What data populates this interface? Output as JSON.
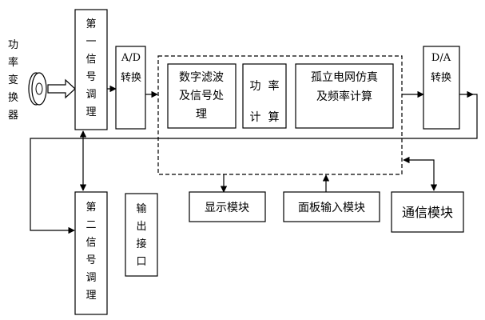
{
  "diagram": {
    "sensor_label": [
      "功",
      "率",
      "变",
      "换",
      "器"
    ],
    "first_cond": [
      "第",
      "一",
      "信",
      "号",
      "调",
      "理"
    ],
    "ad": [
      "A/D",
      "转换"
    ],
    "digital": [
      "数字滤波",
      "及信号处",
      "理"
    ],
    "power": [
      "功  率",
      "计  算"
    ],
    "isolated": [
      "孤立电网仿真",
      "及频率计算"
    ],
    "da": [
      "D/A",
      "转换"
    ],
    "second_cond": [
      "第",
      "二",
      "信",
      "号",
      "调",
      "理"
    ],
    "output": [
      "输",
      "出",
      "接",
      "口"
    ],
    "display": "显示模块",
    "panel": "面板输入模块",
    "comm": "通信模块"
  }
}
